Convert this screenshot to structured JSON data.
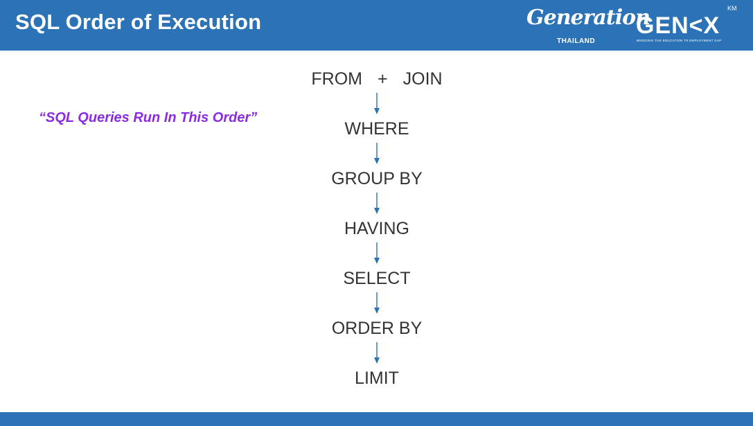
{
  "header": {
    "title": "SQL Order of Execution",
    "logo_generation": "Generation",
    "logo_generation_sub": "THAILAND",
    "logo_genx": "GEN<X",
    "logo_genx_tag": "BRIDGING THE EDUCATION TO EMPLOYMENT GAP",
    "logo_genx_km": "KM"
  },
  "quote": "“SQL Queries Run In This Order”",
  "steps": {
    "from": "FROM",
    "plus": "+",
    "join": "JOIN",
    "where": "WHERE",
    "group_by": "GROUP BY",
    "having": "HAVING",
    "select": "SELECT",
    "order_by": "ORDER BY",
    "limit": "LIMIT"
  },
  "colors": {
    "header_bg": "#2b73b6",
    "quote": "#8a2be2",
    "arrow": "#2b73b6",
    "text": "#333333"
  }
}
